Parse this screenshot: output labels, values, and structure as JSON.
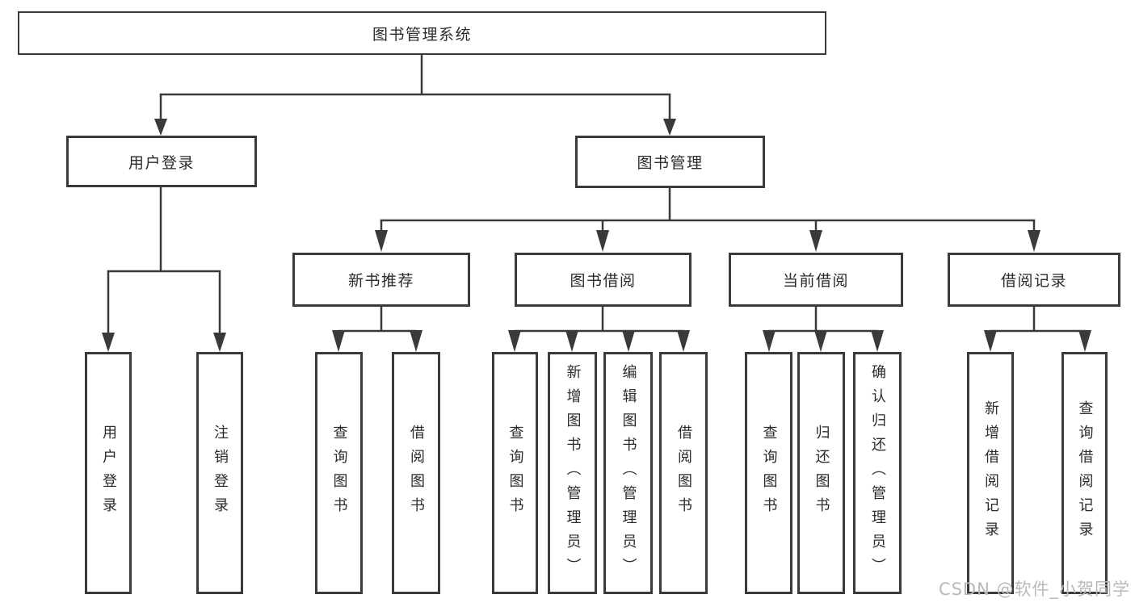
{
  "diagram_title": "图书管理系统",
  "tree": {
    "label": "图书管理系统",
    "children": [
      {
        "label": "用户登录",
        "children": [
          {
            "label": "用户登录"
          },
          {
            "label": "注销登录"
          }
        ]
      },
      {
        "label": "图书管理",
        "children": [
          {
            "label": "新书推荐",
            "children": [
              {
                "label": "查询图书"
              },
              {
                "label": "借阅图书"
              }
            ]
          },
          {
            "label": "图书借阅",
            "children": [
              {
                "label": "查询图书"
              },
              {
                "label": "新增图书（管理员）"
              },
              {
                "label": "编辑图书（管理员）"
              },
              {
                "label": "借阅图书"
              }
            ]
          },
          {
            "label": "当前借阅",
            "children": [
              {
                "label": "查询图书"
              },
              {
                "label": "归还图书"
              },
              {
                "label": "确认归还（管理员）"
              }
            ]
          },
          {
            "label": "借阅记录",
            "children": [
              {
                "label": "新增借阅记录"
              },
              {
                "label": "查询借阅记录"
              }
            ]
          }
        ]
      }
    ]
  },
  "watermark": {
    "text": "CSDN @软件_小贺同学"
  },
  "colors": {
    "line": "#3a3a3a",
    "box_border": "#3a3a3a",
    "text": "#2b2b2b",
    "background": "#ffffff",
    "watermark": "#b9b9b9"
  }
}
